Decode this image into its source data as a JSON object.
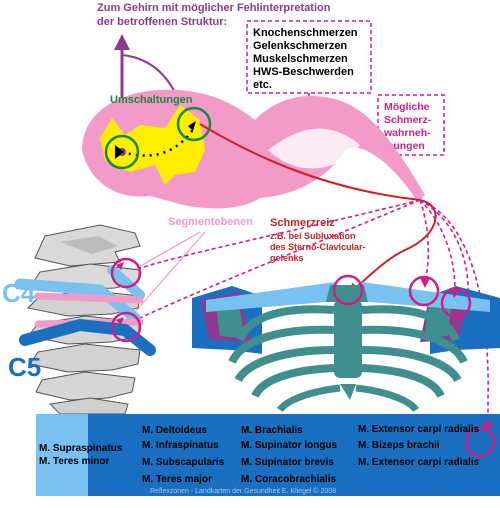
{
  "header": {
    "line1": "Zum Gehirn mit möglicher Fehlinterpretation",
    "line2": "der betroffenen Struktur:"
  },
  "pain_box": {
    "lines": [
      "Knochenschmerzen",
      "Gelenkschmerzen",
      "Muskelschmerzen",
      "HWS-Beschwerden",
      "etc."
    ]
  },
  "perception_box": {
    "lines": [
      "Mögliche",
      "Schmerz-",
      "wahrneh-",
      "mungen"
    ]
  },
  "labels": {
    "switching": "Umschaltungen",
    "segment_levels": "Segmentebenen",
    "stimulus_title": "Schmerzreiz",
    "stimulus_detail": [
      "z.B. bei Subluxation",
      "des Sterno-Clavicular-",
      "gelenks"
    ],
    "c4": "C4",
    "c5": "C5"
  },
  "muscles": {
    "col1": [
      "M. Supraspinatus",
      "M. Teres minor"
    ],
    "col2": [
      "M. Deltoideus",
      "M. Infraspinatus",
      "M. Subscapularis",
      "M. Teres major"
    ],
    "col3": [
      "M. Brachialis",
      "M. Supinator longus",
      "M. Supinator brevis",
      "M. Coracobrachialis"
    ],
    "col4": [
      "M. Extensor carpi radialis",
      "M. Bizeps brachii",
      "M. Extensor carpi radialis"
    ]
  },
  "footer": "Reflexzonen - Landkarten der Gesundheit   E. Kliegel © 2008",
  "colors": {
    "purple": "#8e3a8e",
    "magenta": "#cc1f8a",
    "pink": "#f29ac8",
    "yellow": "#ffee00",
    "green": "#1a8a3a",
    "red": "#cc2222",
    "teal": "#3f8f8f",
    "blue_dark": "#1a6fc0",
    "blue_light": "#78c1f0"
  }
}
